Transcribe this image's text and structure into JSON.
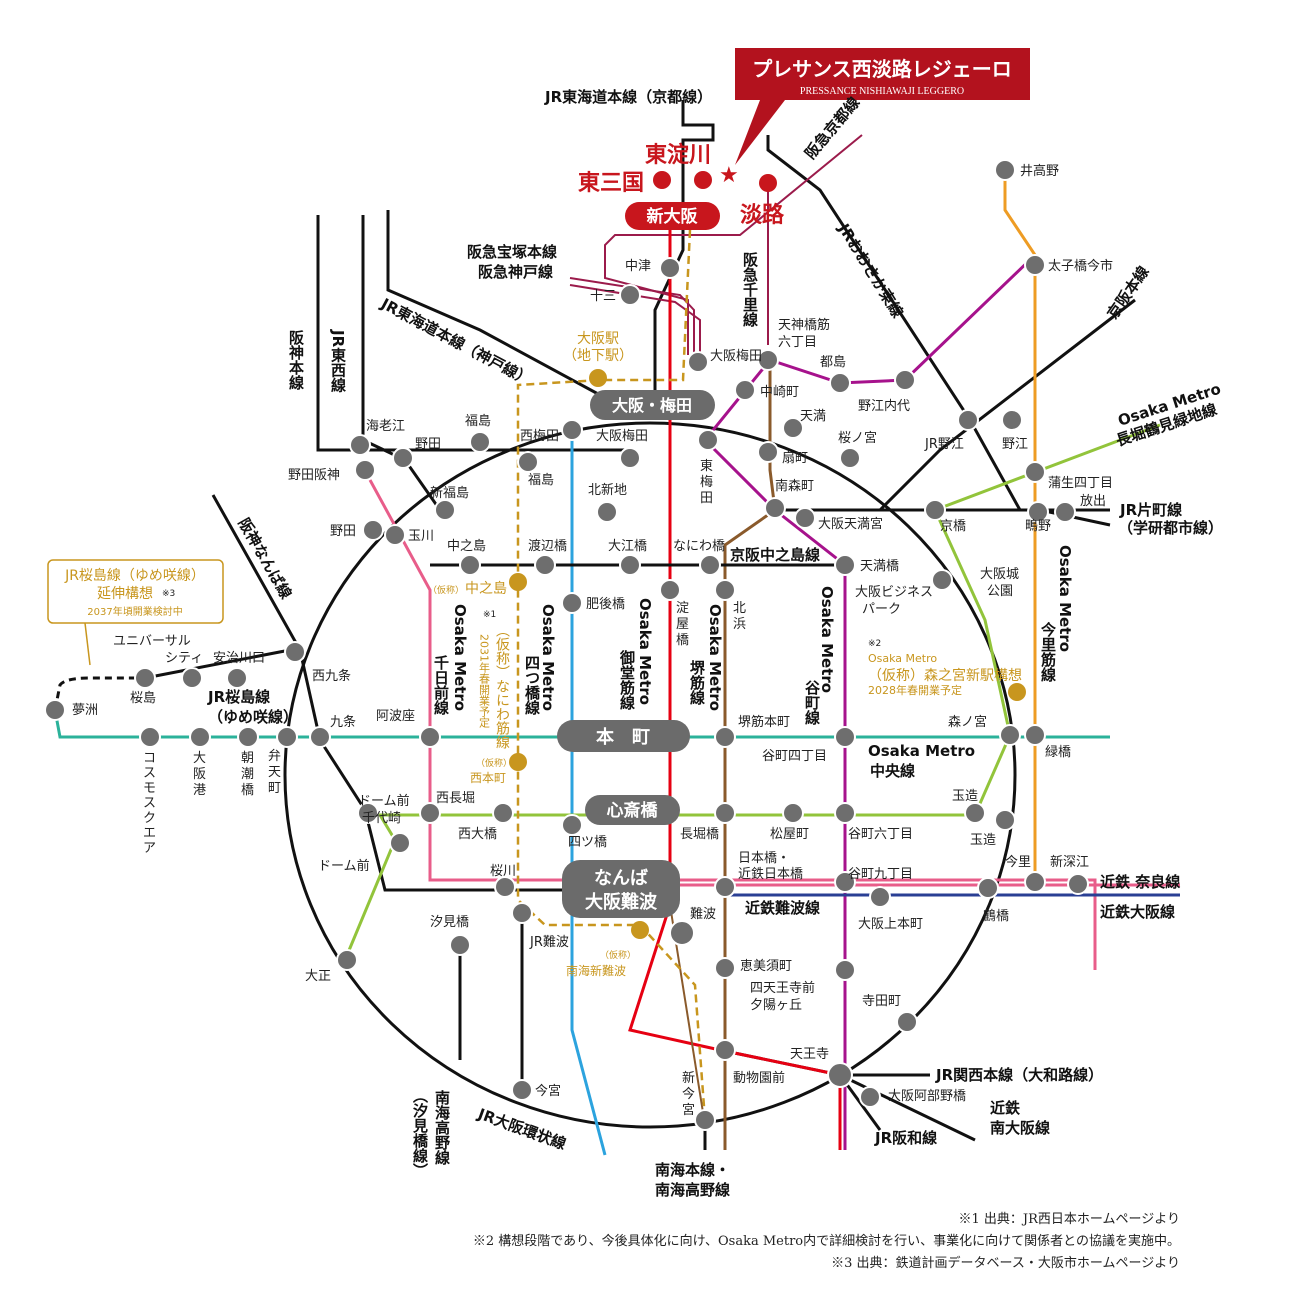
{
  "property": {
    "name": "プレサンス西淡路レジェーロ",
    "name_en": "PRESSANCE NISHIAWAJI LEGGERO",
    "color": "#b3121e"
  },
  "featured_stations": {
    "higashi_yodogawa": "東淀川",
    "higashi_mikuni": "東三国",
    "awaji": "淡路",
    "shin_osaka": "新大阪",
    "color": "#c8161d"
  },
  "hubs": {
    "osaka_umeda": "大阪・梅田",
    "honmachi": "本　町",
    "shinsaibashi": "心斎橋",
    "namba_1": "なんば",
    "namba_2": "大阪難波",
    "color": "#6b6b6b"
  },
  "stations": {
    "nakatsu": "中津",
    "juso": "十三",
    "osaka_umeda_hankyu": "大阪梅田",
    "tenjinbashisuji_1": "天神橋筋",
    "tenjinbashisuji_2": "六丁目",
    "toshima": "都島",
    "noe_uchindai": "野江内代",
    "nakazakicho": "中崎町",
    "temma": "天満",
    "ogimachi": "扇町",
    "sakuranomiya": "桜ノ宮",
    "higashi_umeda": "東\n梅\n田",
    "minami_morimachi": "南森町",
    "osaka_temmangu": "大阪天満宮",
    "ebie": "海老江",
    "noda": "野田",
    "fukushima": "福島",
    "nishi_umeda": "西梅田",
    "osaka_umeda_hanshin": "大阪梅田",
    "noda_hanshin": "野田阪神",
    "shin_fukushima": "新福島",
    "fukushima2": "福島",
    "kitashinchi": "北新地",
    "noda2": "野田",
    "tamagawa": "玉川",
    "nakanoshima": "中之島",
    "watanabebashi": "渡辺橋",
    "oebashi": "大江橋",
    "naniwabashi": "なにわ橋",
    "temmabashi": "天満橋",
    "osaka_business_park": "大阪ビジネス\nパーク",
    "higobashi": "肥後橋",
    "yodoyabashi": "淀\n屋\n橋",
    "kitahama": "北\n浜",
    "ikotanoo": "井高野",
    "taishibashi_imaichi": "太子橋今市",
    "jr_noe": "JR野江",
    "noe": "野江",
    "gamo_yonchome": "蒲生四丁目",
    "hanaten": "放出",
    "kyobashi": "京橋",
    "shigino": "鴫野",
    "osakajo_koen": "大阪城\n公園",
    "morinomiya": "森ノ宮",
    "midoribashi": "緑橋",
    "yumeshima": "夢洲",
    "sakurajima": "桜島",
    "universal_city": "ユニバーサル\nシティ",
    "ajikawaguchi": "安治川口",
    "nishikujo": "西九条",
    "kujo": "九条",
    "awaza": "阿波座",
    "cosmosquare": "コ\nス\nモ\nス\nク\nエ\nア",
    "osakako": "大\n阪\n港",
    "asashiobashi": "朝\n潮\n橋",
    "bentencho": "弁\n天\n町",
    "sakaisuji_honmachi": "堺筋本町",
    "tanimachi_yonchome": "谷町四丁目",
    "dome_mae_chiyozaki": "ドーム前\n千代崎",
    "nishinagahori": "西長堀",
    "nishiohashi": "西大橋",
    "yotsubashi": "四ツ橋",
    "nagahoribashi": "長堀橋",
    "matsuyamachi": "松屋町",
    "tanimachi_rokuchome": "谷町六丁目",
    "tamatsukuri_1": "玉造",
    "tamatsukuri_2": "玉造",
    "dome_mae": "ドーム前",
    "sakuragawa": "桜川",
    "nipponbashi": "日本橋・\n近鉄日本橋",
    "tanimachi_kyuchome": "谷町九丁目",
    "imazato": "今里",
    "shin_fukae": "新深江",
    "tsuruhashi": "鶴橋",
    "osaka_uehommachi": "大阪上本町",
    "shiomibashi": "汐見橋",
    "jr_namba": "JR難波",
    "namba": "難波",
    "taisho": "大正",
    "ebisucho": "恵美須町",
    "shitennoji_mae": "四天王寺前\n夕陽ヶ丘",
    "teradacho": "寺田町",
    "tennoji": "天王寺",
    "dobutsuen_mae": "動物園前",
    "osaka_abenobashi": "大阪阿部野橋",
    "imamiya": "今宮",
    "shin_imamiya": "新\n今\n宮"
  },
  "planned_stations": {
    "osaka_underground_1": "大阪駅",
    "osaka_underground_2": "（地下駅）",
    "nakanoshima_kasho_small": "（仮称）",
    "nakanoshima_kasho": "中之島",
    "nishihonmachi_small": "（仮称）",
    "nishihonmachi": "西本町",
    "minami_namba_small": "（仮称）",
    "minami_namba": "南海新難波",
    "naniwasuji_note": "※1",
    "naniwasuji_line": "（仮称）なにわ筋線",
    "naniwasuji_year": "2031年春開業予定",
    "morinomiya_note": "※2",
    "morinomiya_1": "Osaka Metro",
    "morinomiya_2": "（仮称）森之宮新駅構想",
    "morinomiya_3": "2028年春開業予定",
    "color": "#c8961e"
  },
  "jr_sakurajima_ext": {
    "line1": "JR桜島線（ゆめ咲線）",
    "line2": "延伸構想",
    "note": "※3",
    "line3": "2037年頃開業検討中"
  },
  "lines": {
    "jr_tokaido_kyoto": "JR東海道本線（京都線）",
    "hankyu_kyoto": "阪急京都線",
    "jr_osaka_higashi": "JRおおさか東線",
    "hankyu_senri": "阪急千里線",
    "hankyu_takarazuka": "阪急宝塚本線",
    "hankyu_kobe": "阪急神戸線",
    "jr_tokaido_kobe": "JR東海道本線（神戸線）",
    "hanshin_main": "阪神本線",
    "jr_tozai": "JR東西線",
    "hanshin_namba": "阪神なんば線",
    "keihan": "京阪本線",
    "nagahori_1": "Osaka Metro",
    "nagahori_2": "長堀鶴見緑地線",
    "jr_katamachi_1": "JR片町線",
    "jr_katamachi_2": "（学研都市線）",
    "sennichimae_1": "Osaka Metro",
    "sennichimae_2": "千日前線",
    "yotsubashi_1": "Osaka Metro",
    "yotsubashi_2": "四つ橋線",
    "midosuji_1": "Osaka Metro",
    "midosuji_2": "御堂筋線",
    "sakaisuji_1": "Osaka Metro",
    "sakaisuji_2": "堺筋線",
    "tanimachi_1": "Osaka Metro",
    "tanimachi_2": "谷町線",
    "imazatosuji_1": "Osaka Metro",
    "imazatosuji_2": "今里筋線",
    "keihan_nakanoshima": "京阪中之島線",
    "jr_sakurajima_1": "JR桜島線",
    "jr_sakurajima_2": "（ゆめ咲線）",
    "chuo_1": "Osaka Metro",
    "chuo_2": "中央線",
    "kintetsu_nara": "近鉄 奈良線",
    "kintetsu_osaka": "近鉄大阪線",
    "kintetsu_namba": "近鉄難波線",
    "jr_kansai": "JR関西本線（大和路線）",
    "jr_hanwa": "JR阪和線",
    "kintetsu_minami_1": "近鉄",
    "kintetsu_minami_2": "南大阪線",
    "nankai_main_1": "南海本線・",
    "nankai_main_2": "南海高野線",
    "nankai_koya_shiomi": "南海高野線",
    "nankai_koya_shiomi_2": "（汐見橋線）",
    "jr_loop": "JR大阪環状線"
  },
  "colors": {
    "midosuji": "#e60012",
    "yotsubashi": "#2ca3de",
    "chuo": "#2bb29a",
    "tanimachi": "#a6128c",
    "sennichimae": "#e85d8a",
    "sakaisuji": "#8a5a2b",
    "nagahori": "#92c43b",
    "imazatosuji": "#ee9c24",
    "hankyu": "#9b1b4b",
    "planned": "#c8961e",
    "jr_loop": "#111111",
    "station": "#6e6e6e",
    "kintetsu_nara": "#e85d8a",
    "kintetsu_osaka": "#2a3f94"
  },
  "footnotes": {
    "f1": "※1 出典：JR西日本ホームページより",
    "f2": "※2 構想段階であり、今後具体化に向け、Osaka Metro内で詳細検討を行い、事業化に向けて関係者との協議を実施中。",
    "f3": "※3 出典：鉄道計画データベース・大阪市ホームページより"
  }
}
